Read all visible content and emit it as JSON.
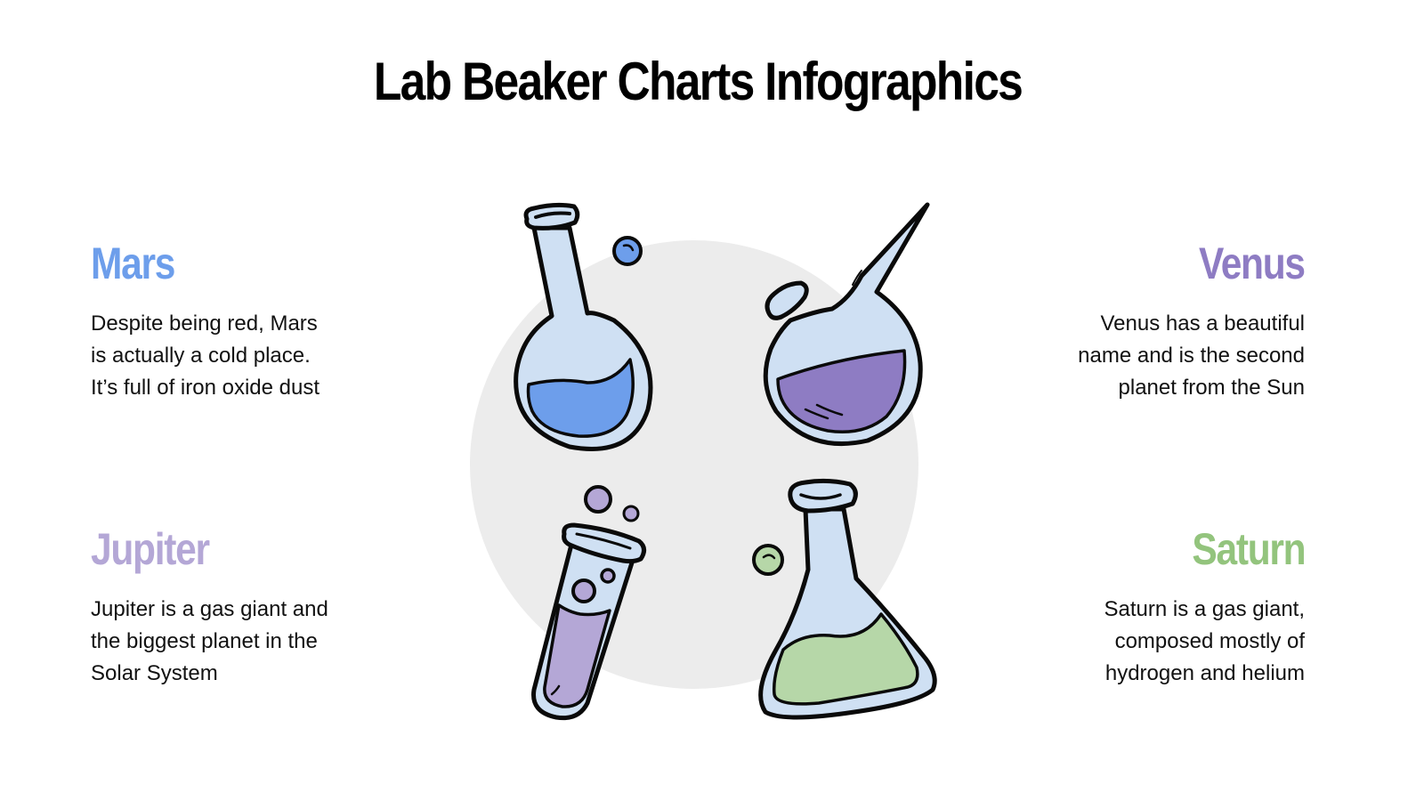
{
  "title": "Lab Beaker Charts Infographics",
  "colors": {
    "background": "#ffffff",
    "circle": "#ececec",
    "glass": "#cfe0f3",
    "outline": "#0a0a0a",
    "mars": "#6d9eeb",
    "venus": "#8e7cc3",
    "jupiter": "#b4a7d6",
    "saturn": "#93c47d",
    "saturn_liquid": "#b6d7a8"
  },
  "items": {
    "mars": {
      "heading": "Mars",
      "description": "Despite being red, Mars\nis actually a cold place.\nIt’s full of iron oxide dust",
      "icon": "round-bottom-flask-icon"
    },
    "venus": {
      "heading": "Venus",
      "description": "Venus has a beautiful\nname and is the second\nplanet from the Sun",
      "icon": "retort-flask-icon"
    },
    "jupiter": {
      "heading": "Jupiter",
      "description": "Jupiter is a gas giant and\nthe biggest planet in the\nSolar System",
      "icon": "test-tube-icon"
    },
    "saturn": {
      "heading": "Saturn",
      "description": "Saturn is a gas giant,\ncomposed mostly of\nhydrogen and helium",
      "icon": "erlenmeyer-flask-icon"
    }
  }
}
